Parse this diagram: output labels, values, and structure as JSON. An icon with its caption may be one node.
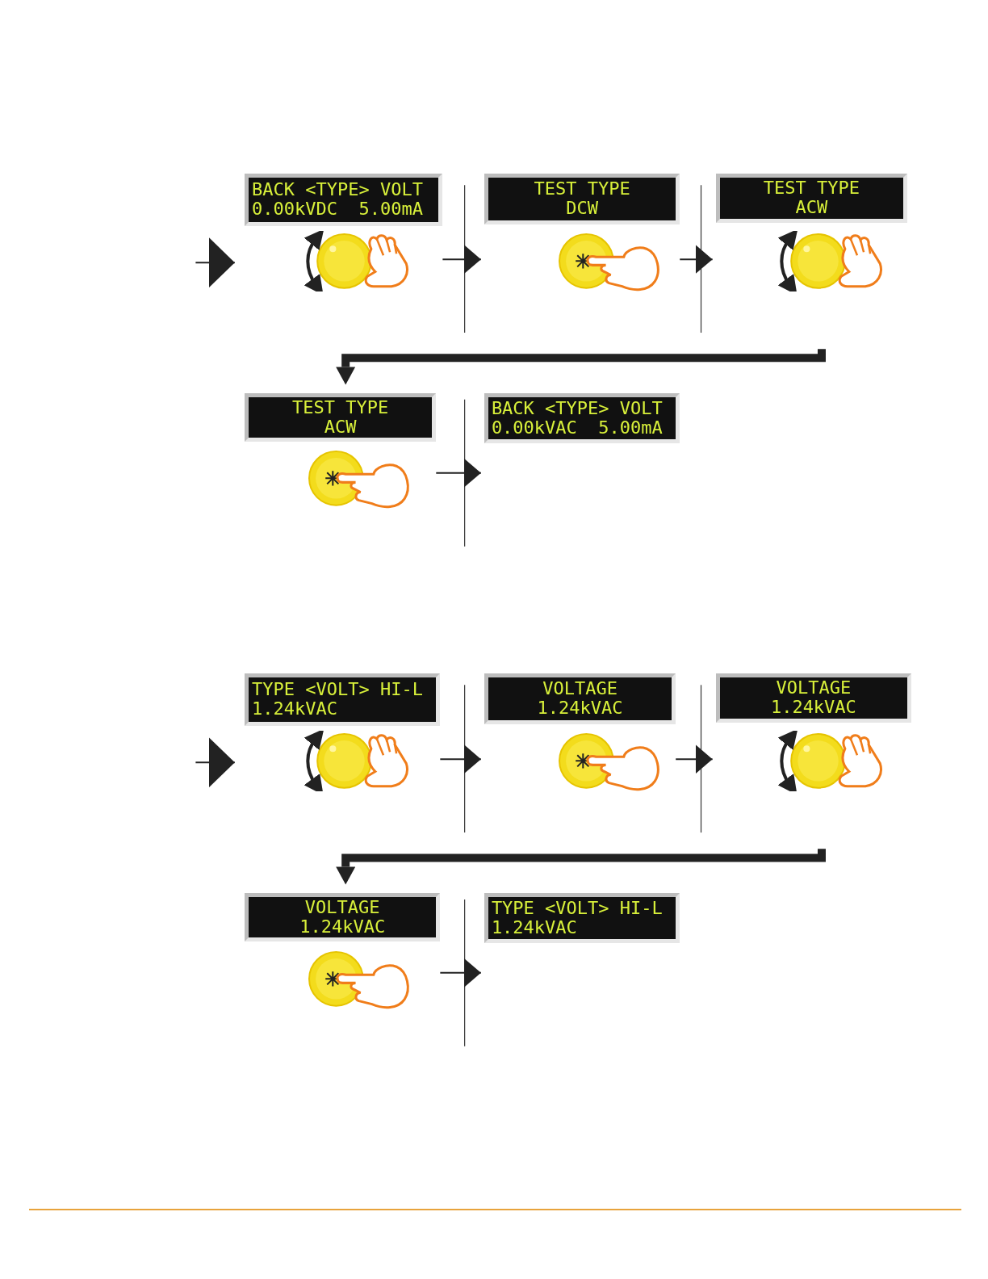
{
  "diagram": {
    "nodes": [
      {
        "text": [
          "BACK <TYPE> VOLT",
          "0.00kVDC  5.00mA"
        ]
      },
      {
        "text": [
          "TEST TYPE",
          "DCW"
        ]
      },
      {
        "text": [
          "TEST TYPE",
          "ACW"
        ]
      },
      {
        "text": [
          "TEST TYPE",
          "ACW"
        ]
      },
      {
        "text": [
          "BACK <TYPE> VOLT",
          "0.00kVAC  5.00mA"
        ]
      },
      {
        "text": [
          "TYPE <VOLT> HI-L",
          "1.24kVAC"
        ]
      },
      {
        "text": [
          "VOLTAGE",
          "1.24kVAC"
        ]
      },
      {
        "text": [
          "VOLTAGE",
          "1.24kVAC"
        ]
      },
      {
        "text": [
          "VOLTAGE",
          "1.24kVAC"
        ]
      },
      {
        "text": [
          "TYPE <VOLT> HI-L",
          "1.24kVAC"
        ]
      }
    ],
    "edges": [
      {
        "from": null,
        "to": 0,
        "arrow": "to"
      },
      {
        "from": 0,
        "to": 1,
        "arrow": "to"
      },
      {
        "from": 1,
        "to": 2,
        "arrow": "to"
      },
      {
        "from": 2,
        "to": 3,
        "arrow": "to",
        "style": "thick"
      },
      {
        "from": 3,
        "to": 4,
        "arrow": "to"
      },
      {
        "from": null,
        "to": 5,
        "arrow": "to"
      },
      {
        "from": 5,
        "to": 6,
        "arrow": "to"
      },
      {
        "from": 6,
        "to": 7,
        "arrow": "to"
      },
      {
        "from": 7,
        "to": 8,
        "arrow": "to",
        "style": "thick"
      },
      {
        "from": 8,
        "to": 9,
        "arrow": "to"
      }
    ]
  }
}
